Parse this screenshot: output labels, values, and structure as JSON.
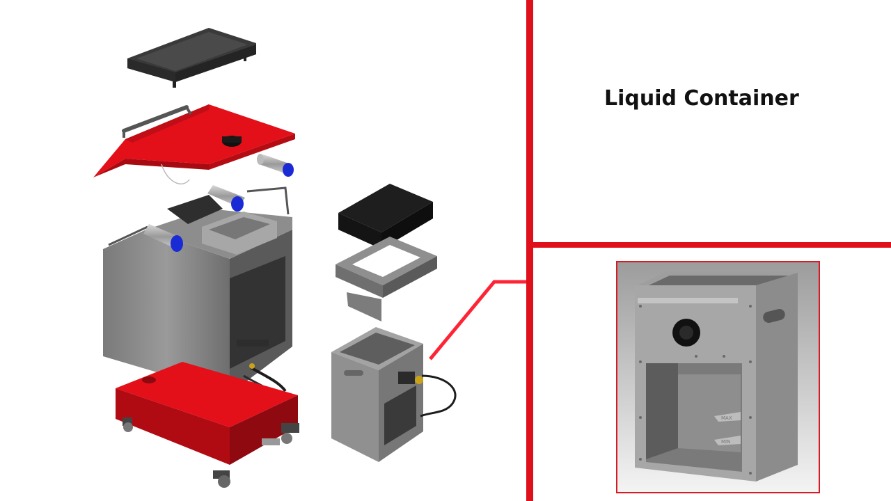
{
  "slide": {
    "title": "Liquid Container"
  },
  "colors": {
    "accent_red": "#e0101a",
    "machine_red": "#e3101a",
    "steel_gray": "#8a8a8a",
    "dark_gray": "#3c3c3c",
    "roller_blue": "#1a2bd6"
  },
  "inset_labels": {
    "upper_tab": "MAX",
    "lower_tab": "MIN"
  }
}
